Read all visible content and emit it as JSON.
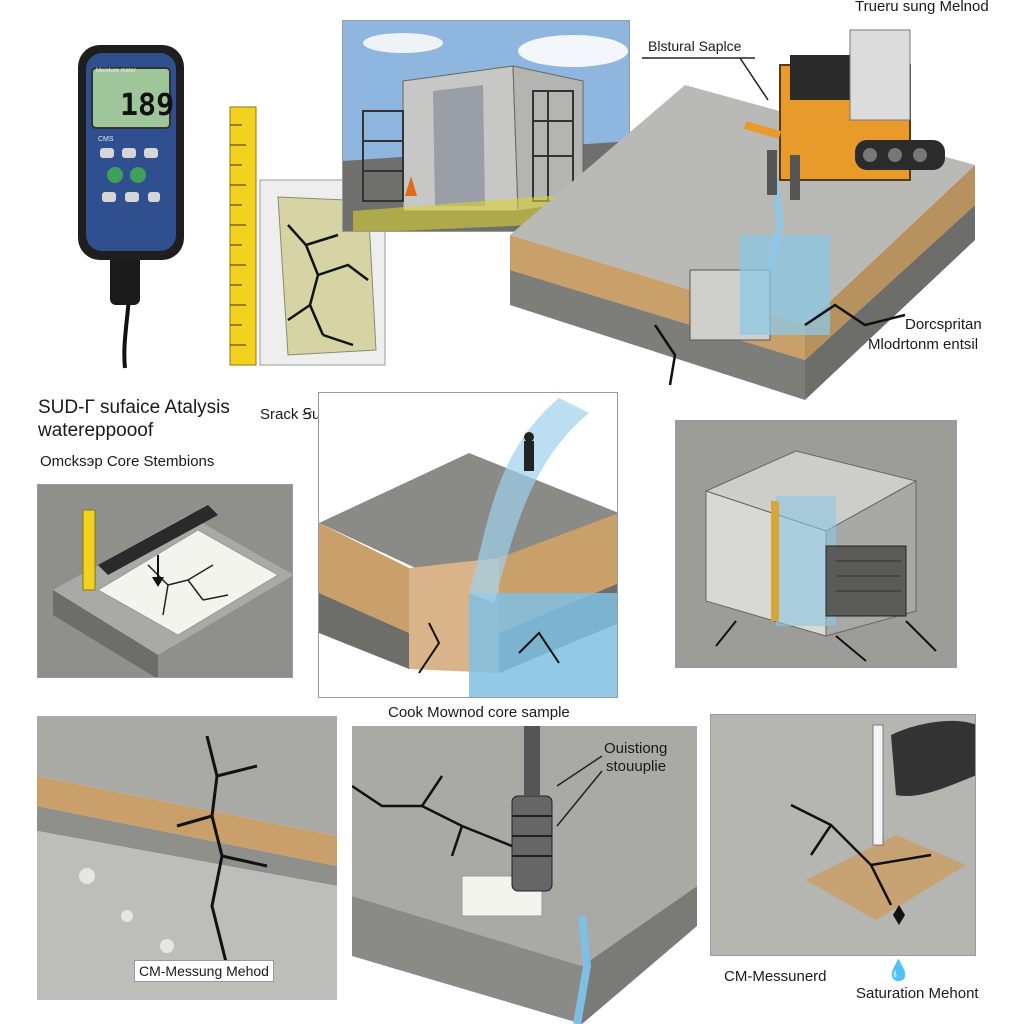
{
  "labels": {
    "top_right_title": "Truеru sung Melnod",
    "structural_sample": "Blstural Saplcе",
    "dcespsrtan": "Dorcspritan",
    "moisture_detail": "Mlodrtonm entsil",
    "surface_title_line1": "SUD-Г sufaice Atalysis",
    "surface_title_line2": "watereppooof",
    "core_stemblons": "Omcksэp Core Stembions",
    "crack_label": "Srack Ꞩurrtopr linchaning",
    "cook_core": "Cook Mownod core sample",
    "quisting_line1": "Ouistiong",
    "quisting_line2": "stouuplie",
    "cm_method_left": "CM-Messung Mehod",
    "cm_measured": "CM-Messunerd",
    "saturation": "Saturation Mehont"
  },
  "meter": {
    "header_text": "Moisture meter",
    "reading": "189",
    "sub_label": "CMS"
  },
  "colors": {
    "concrete": "#a9a9a6",
    "concrete_dark": "#7b7b78",
    "sand_layer": "#c9a06a",
    "water": "#8ec8e6",
    "crack": "#111111",
    "ruler": "#f2d21f",
    "machine": "#e89a2a",
    "meter_body": "#2f4f8f"
  }
}
